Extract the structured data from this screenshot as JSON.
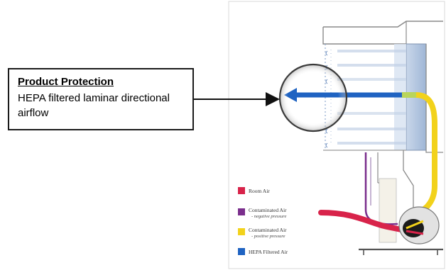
{
  "callout": {
    "title": "Product Protection",
    "body": "HEPA filtered laminar directional airflow"
  },
  "legend": {
    "items": [
      {
        "label": "Room Air",
        "sublabel": "",
        "color": "#d8234a"
      },
      {
        "label": "Contaminated Air",
        "sublabel": "- negative pressure",
        "color": "#7a2e8c"
      },
      {
        "label": "Contaminated Air",
        "sublabel": "- positive pressure",
        "color": "#f2d21b"
      },
      {
        "label": "HEPA Filtered Air",
        "sublabel": "",
        "color": "#1f63c2"
      }
    ]
  },
  "colors": {
    "room_air": "#d8234a",
    "negative_pressure": "#7a2e8c",
    "positive_pressure": "#f2d21b",
    "hepa_air": "#1f63c2",
    "cabinet_frame": "#8a8a8a",
    "filter_panel": "#a9bfdc"
  }
}
